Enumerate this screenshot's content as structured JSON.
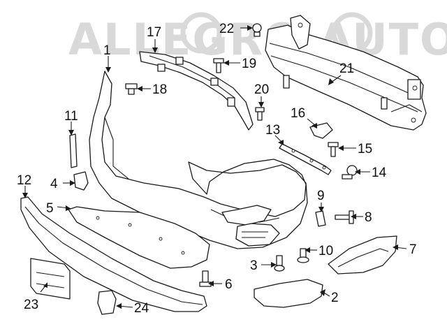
{
  "watermark": {
    "text": "ALLEGRO AUTO"
  },
  "callouts": [
    {
      "id": "1",
      "label": "1"
    },
    {
      "id": "2",
      "label": "2"
    },
    {
      "id": "3",
      "label": "3"
    },
    {
      "id": "4",
      "label": "4"
    },
    {
      "id": "5",
      "label": "5"
    },
    {
      "id": "6",
      "label": "6"
    },
    {
      "id": "7",
      "label": "7"
    },
    {
      "id": "8",
      "label": "8"
    },
    {
      "id": "9",
      "label": "9"
    },
    {
      "id": "10",
      "label": "10"
    },
    {
      "id": "11",
      "label": "11"
    },
    {
      "id": "12",
      "label": "12"
    },
    {
      "id": "13",
      "label": "13"
    },
    {
      "id": "14",
      "label": "14"
    },
    {
      "id": "15",
      "label": "15"
    },
    {
      "id": "16",
      "label": "16"
    },
    {
      "id": "17",
      "label": "17"
    },
    {
      "id": "18",
      "label": "18"
    },
    {
      "id": "19",
      "label": "19"
    },
    {
      "id": "20",
      "label": "20"
    },
    {
      "id": "21",
      "label": "21"
    },
    {
      "id": "22",
      "label": "22"
    },
    {
      "id": "23",
      "label": "23"
    },
    {
      "id": "24",
      "label": "24"
    }
  ]
}
